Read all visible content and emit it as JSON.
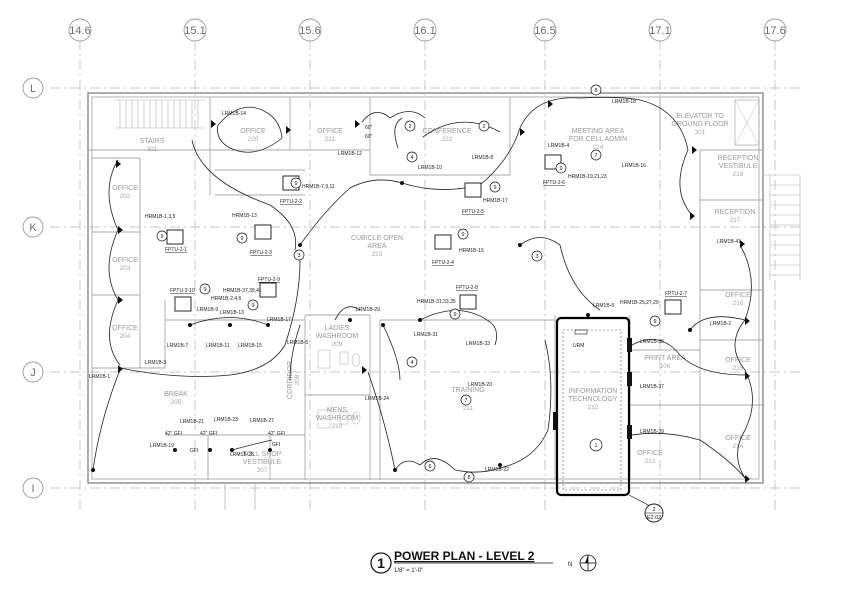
{
  "grid_columns": [
    "14.6",
    "15.1",
    "15.6",
    "16.1",
    "16.5",
    "17.1",
    "17.6"
  ],
  "grid_rows": [
    "L",
    "K",
    "J",
    "I"
  ],
  "rooms": [
    {
      "name": "STAIRS",
      "number": "201"
    },
    {
      "name": "OFFICE",
      "number": "220"
    },
    {
      "name": "OFFICE",
      "number": "221"
    },
    {
      "name": "CONFERENCE",
      "number": "222"
    },
    {
      "name": "MEETING AREA",
      "name2": "FOR CELL ADMIN",
      "number": "224"
    },
    {
      "name": "ELEVATOR TO",
      "name2": "GROUND FLOOR",
      "number": "301"
    },
    {
      "name": "RECEPTION",
      "name2": "VESTIBULE",
      "number": "218"
    },
    {
      "name": "RECEPTION",
      "number": "217"
    },
    {
      "name": "OFFICE",
      "number": "202"
    },
    {
      "name": "OFFICE",
      "number": "203"
    },
    {
      "name": "OFFICE",
      "number": "204"
    },
    {
      "name": "CUBICLE OPEN",
      "name2": "AREA",
      "number": "223"
    },
    {
      "name": "OFFICE",
      "number": "216"
    },
    {
      "name": "OFFICE",
      "number": "215"
    },
    {
      "name": "OFFICE",
      "number": "214"
    },
    {
      "name": "OFFICE",
      "number": "213"
    },
    {
      "name": "PRINT AREA",
      "number": "106"
    },
    {
      "name": "INFORMATION",
      "name2": "TECHNOLOGY",
      "number": "212"
    },
    {
      "name": "TRAINING",
      "number": "211"
    },
    {
      "name": "LADIES",
      "name2": "WASHROOM",
      "number": "209"
    },
    {
      "name": "MENS",
      "name2": "WASHROOM",
      "number": "210"
    },
    {
      "name": "CORRIDOR",
      "number": "208"
    },
    {
      "name": "BREAK",
      "number": "205"
    },
    {
      "name": "TOLL SHOP",
      "name2": "VESTIBULE",
      "number": "207"
    }
  ],
  "equipment": [
    {
      "label": "FPTU-2-1"
    },
    {
      "label": "FPTU-2-2"
    },
    {
      "label": "FPTU-2-3"
    },
    {
      "label": "FPTU-2-4"
    },
    {
      "label": "FPTU-2-5"
    },
    {
      "label": "FPTU-2-6"
    },
    {
      "label": "FPTU-2-7"
    },
    {
      "label": "FPTU-2-8"
    },
    {
      "label": "FPTU-2-9"
    },
    {
      "label": "FPTU-2-10"
    },
    {
      "label": "URM"
    }
  ],
  "circuit_tags": [
    "LRM1B-14",
    "LRM1B-12",
    "LRM1B-10",
    "LRM1B-8",
    "LRM1B-18",
    "LRM1B-4",
    "LRM1B-16",
    "LRM1B-6",
    "LRM1B-2",
    "LRM1B-41",
    "LRM1B-35",
    "LRM1B-37",
    "LRM1B-39",
    "LRM1B-1",
    "LRM1B-3",
    "LRM1B-5",
    "LRM1B-7",
    "LRM1B-9",
    "LRM1B-11",
    "LRM1B-13",
    "LRM1B-15",
    "LRM1B-17",
    "LRM1B-19",
    "LRM1B-21",
    "LRM1B-23",
    "LRM1B-25",
    "LRM1B-27",
    "LRM1B-29",
    "LRM1B-31",
    "LRM1B-33",
    "LRM1B-20",
    "LRM1B-22",
    "LRM1B-24",
    "HRM1B-7,9,11",
    "HRM1B-1,3,5",
    "HRM1B-13",
    "HRM1B-17",
    "HRM1B-19,21,23",
    "HRM1B-15",
    "HRM1B-37,39,41",
    "HRM1B-2,4,6",
    "HRM1B-31,33,35",
    "HRM1B-25,27,29"
  ],
  "notes": [
    "42\" GFI",
    "GFI",
    "60\""
  ],
  "keynotes": [
    "1",
    "2",
    "3",
    "4",
    "6",
    "7",
    "8",
    "9"
  ],
  "section_ref": {
    "num": "2",
    "sheet": "E2.02"
  },
  "title_block": {
    "number": "1",
    "title": "POWER PLAN - LEVEL 2",
    "scale": "1/8\" = 1'-0\"",
    "north": "N"
  }
}
